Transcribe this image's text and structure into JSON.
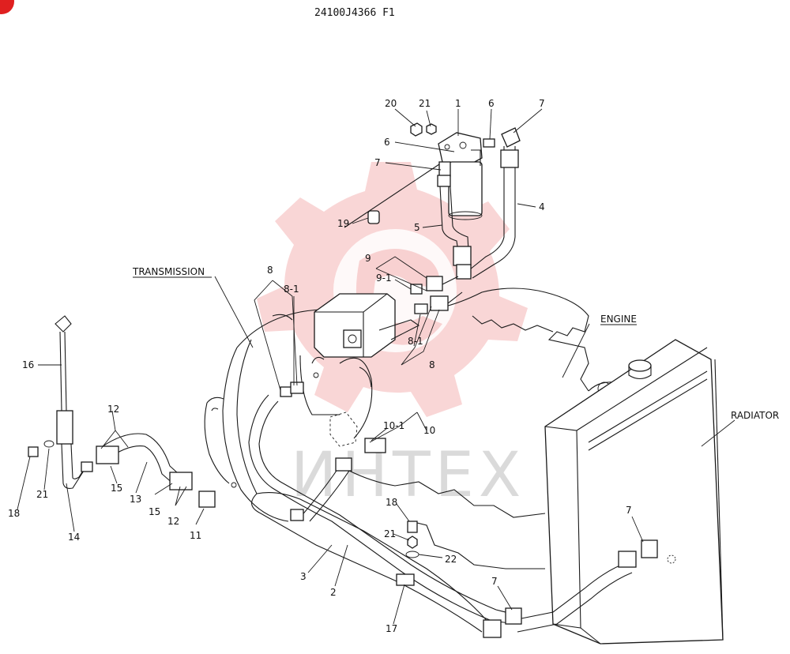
{
  "header": {
    "part_code": "24100J4366 F1"
  },
  "badge": {
    "color": "#e02020"
  },
  "watermark": {
    "text": "ИНТЕХ",
    "color": "#e86a6a"
  },
  "component_names": {
    "transmission": "TRANSMISSION",
    "engine": "ENGINE",
    "radiator": "RADIATOR"
  },
  "callouts": {
    "c20": "20",
    "c21a": "21",
    "c1": "1",
    "c6a": "6",
    "c7a": "7",
    "c6b": "6",
    "c7b": "7",
    "c19": "19",
    "c5": "5",
    "c4": "4",
    "c9": "9",
    "c9_1": "9-1",
    "c8a": "8",
    "c8_1a": "8-1",
    "c8_1b": "8-1",
    "c8b": "8",
    "c10_1": "10-1",
    "c10": "10",
    "c16": "16",
    "c12a": "12",
    "c15a": "15",
    "c13": "13",
    "c15b": "15",
    "c12b": "12",
    "c11": "11",
    "c18a": "18",
    "c21b": "21",
    "c14": "14",
    "c18b": "18",
    "c21c": "21",
    "c22": "22",
    "c3": "3",
    "c2": "2",
    "c17": "17",
    "c7c": "7",
    "c7d": "7"
  }
}
